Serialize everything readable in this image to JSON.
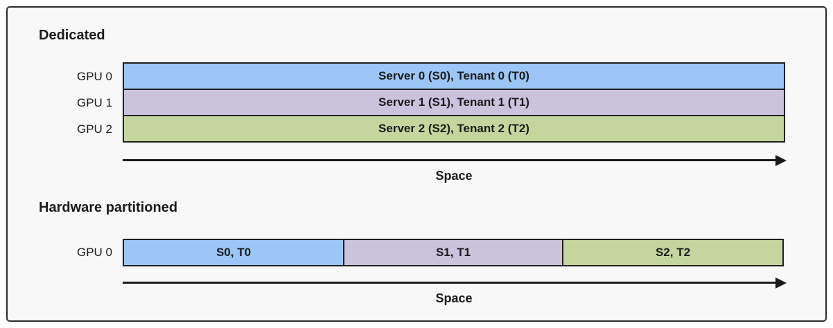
{
  "sections": [
    {
      "title": "Dedicated",
      "rows": [
        {
          "label": "GPU 0",
          "segments": [
            {
              "text": "Server 0 (S0), Tenant 0 (T0)",
              "color": "#9CC6F5"
            }
          ]
        },
        {
          "label": "GPU 1",
          "segments": [
            {
              "text": "Server 1 (S1), Tenant 1 (T1)",
              "color": "#CBC2DD"
            }
          ]
        },
        {
          "label": "GPU 2",
          "segments": [
            {
              "text": "Server 2 (S2), Tenant 2 (T2)",
              "color": "#C4D69E"
            }
          ]
        }
      ],
      "axis_label": "Space"
    },
    {
      "title": "Hardware partitioned",
      "rows": [
        {
          "label": "GPU 0",
          "segments": [
            {
              "text": "S0, T0",
              "color": "#9CC6F5"
            },
            {
              "text": "S1, T1",
              "color": "#CBC2DD"
            },
            {
              "text": "S2, T2",
              "color": "#C4D69E"
            }
          ]
        }
      ],
      "axis_label": "Space"
    }
  ],
  "colors": {
    "server0_tenant0": "#9CC6F5",
    "server1_tenant1": "#CBC2DD",
    "server2_tenant2": "#C4D69E",
    "bar_border": "#1F1F1F",
    "frame_background": "#F8F8F8",
    "text": "#1A1A1A"
  }
}
